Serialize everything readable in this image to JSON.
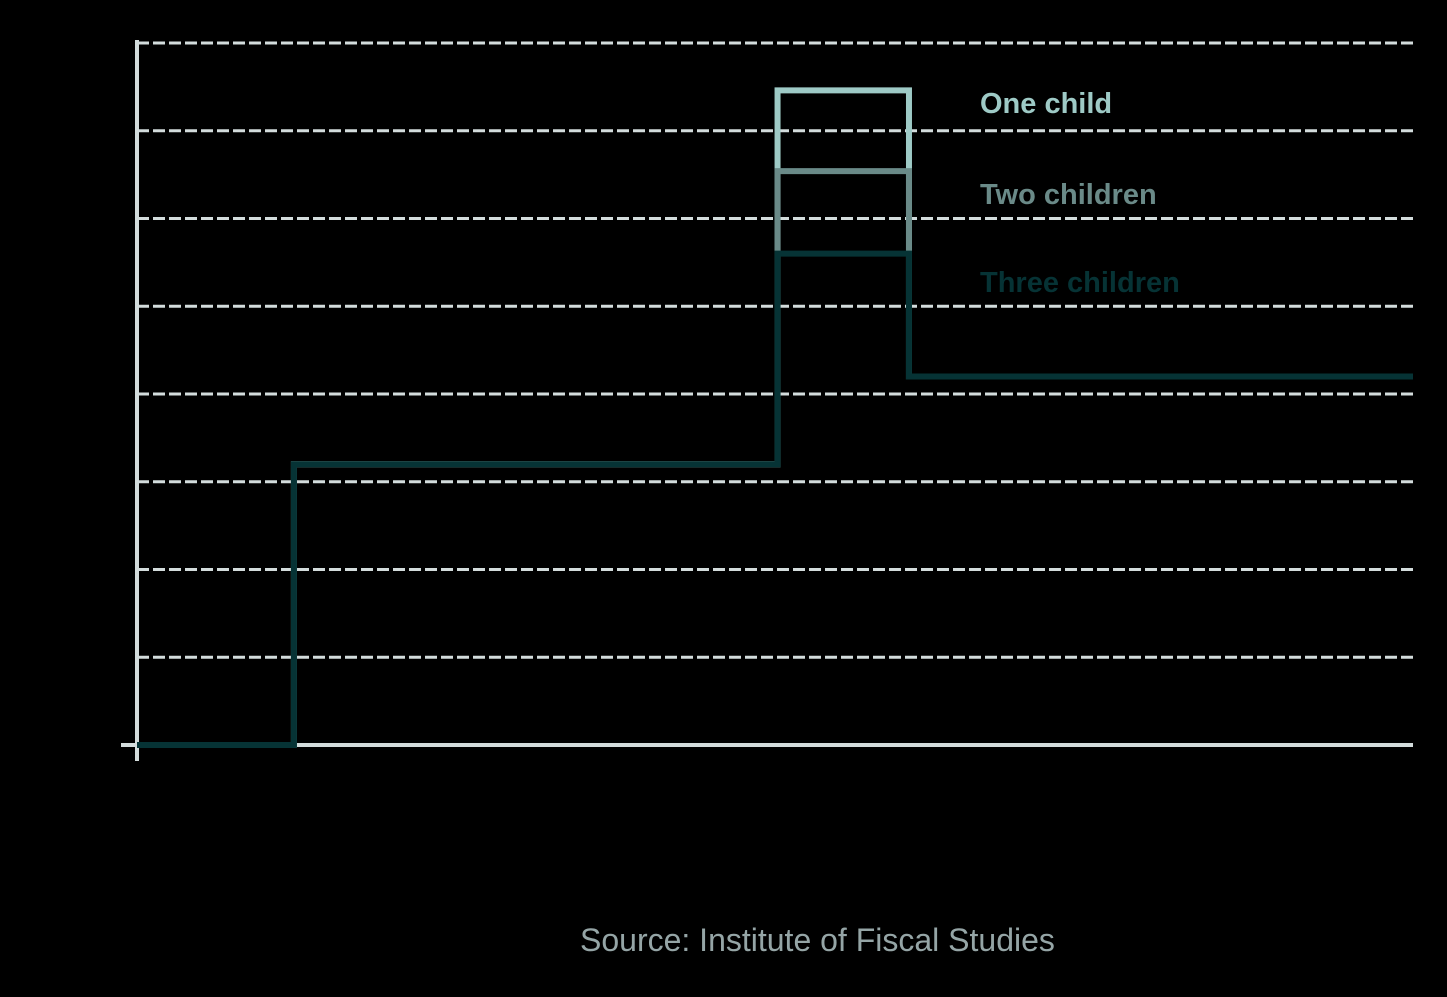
{
  "chart_data": {
    "type": "line",
    "subtype": "step",
    "title": "",
    "xlabel": "",
    "ylabel": "",
    "grid": true,
    "legend_position": "inline-right-of-peak",
    "ylim": [
      0,
      8
    ],
    "y_gridlines": [
      1,
      2,
      3,
      4,
      5,
      6,
      7,
      8
    ],
    "x_breakpoints_relative": [
      0,
      0.123,
      0.502,
      0.605,
      1.0
    ],
    "series": [
      {
        "name": "One child",
        "color": "#9ecac6",
        "steps": [
          {
            "x_start": 0,
            "x_end": 0.123,
            "y": 0
          },
          {
            "x_start": 0.123,
            "x_end": 0.502,
            "y": 3.2
          },
          {
            "x_start": 0.502,
            "x_end": 0.605,
            "y": 7.46
          },
          {
            "x_start": 0.605,
            "x_end": 1.0,
            "y": 4.2
          }
        ]
      },
      {
        "name": "Two children",
        "color": "#6a8a88",
        "steps": [
          {
            "x_start": 0,
            "x_end": 0.123,
            "y": 0
          },
          {
            "x_start": 0.123,
            "x_end": 0.502,
            "y": 3.2
          },
          {
            "x_start": 0.502,
            "x_end": 0.605,
            "y": 6.54
          },
          {
            "x_start": 0.605,
            "x_end": 1.0,
            "y": 4.2
          }
        ]
      },
      {
        "name": "Three children",
        "color": "#063335",
        "steps": [
          {
            "x_start": 0,
            "x_end": 0.123,
            "y": 0
          },
          {
            "x_start": 0.123,
            "x_end": 0.502,
            "y": 3.2
          },
          {
            "x_start": 0.502,
            "x_end": 0.605,
            "y": 5.6
          },
          {
            "x_start": 0.605,
            "x_end": 1.0,
            "y": 4.2
          }
        ]
      }
    ],
    "annotations": [
      "Source: Institute of Fiscal Studies"
    ]
  },
  "legend": [
    {
      "label": "One child",
      "color": "#9ecac6"
    },
    {
      "label": "Two children",
      "color": "#6a8a88"
    },
    {
      "label": "Three children",
      "color": "#063335"
    }
  ],
  "source": "Source: Institute of Fiscal Studies",
  "colors": {
    "background": "#000000",
    "axis": "#d3dcdc",
    "grid": "#d3dcdc",
    "source_text": "#95a5a6"
  }
}
